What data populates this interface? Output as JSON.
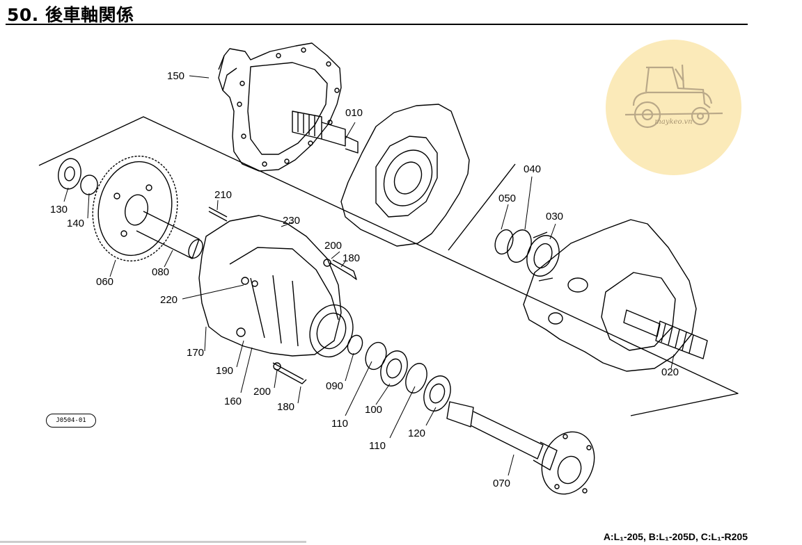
{
  "title": "50. 後車軸関係",
  "logo": {
    "icon": "tractor-icon",
    "text": "maykeo.vn",
    "color": "#fbeab9"
  },
  "reference_code": "J0504-01",
  "models_note": "A:L₁-205, B:L₁-205D, C:L₁-R205",
  "part_labels": [
    "150",
    "010",
    "210",
    "230",
    "200",
    "180",
    "220",
    "170",
    "190",
    "160",
    "200",
    "180",
    "090",
    "110",
    "100",
    "110",
    "120",
    "070",
    "130",
    "140",
    "060",
    "080",
    "040",
    "050",
    "030",
    "020"
  ]
}
